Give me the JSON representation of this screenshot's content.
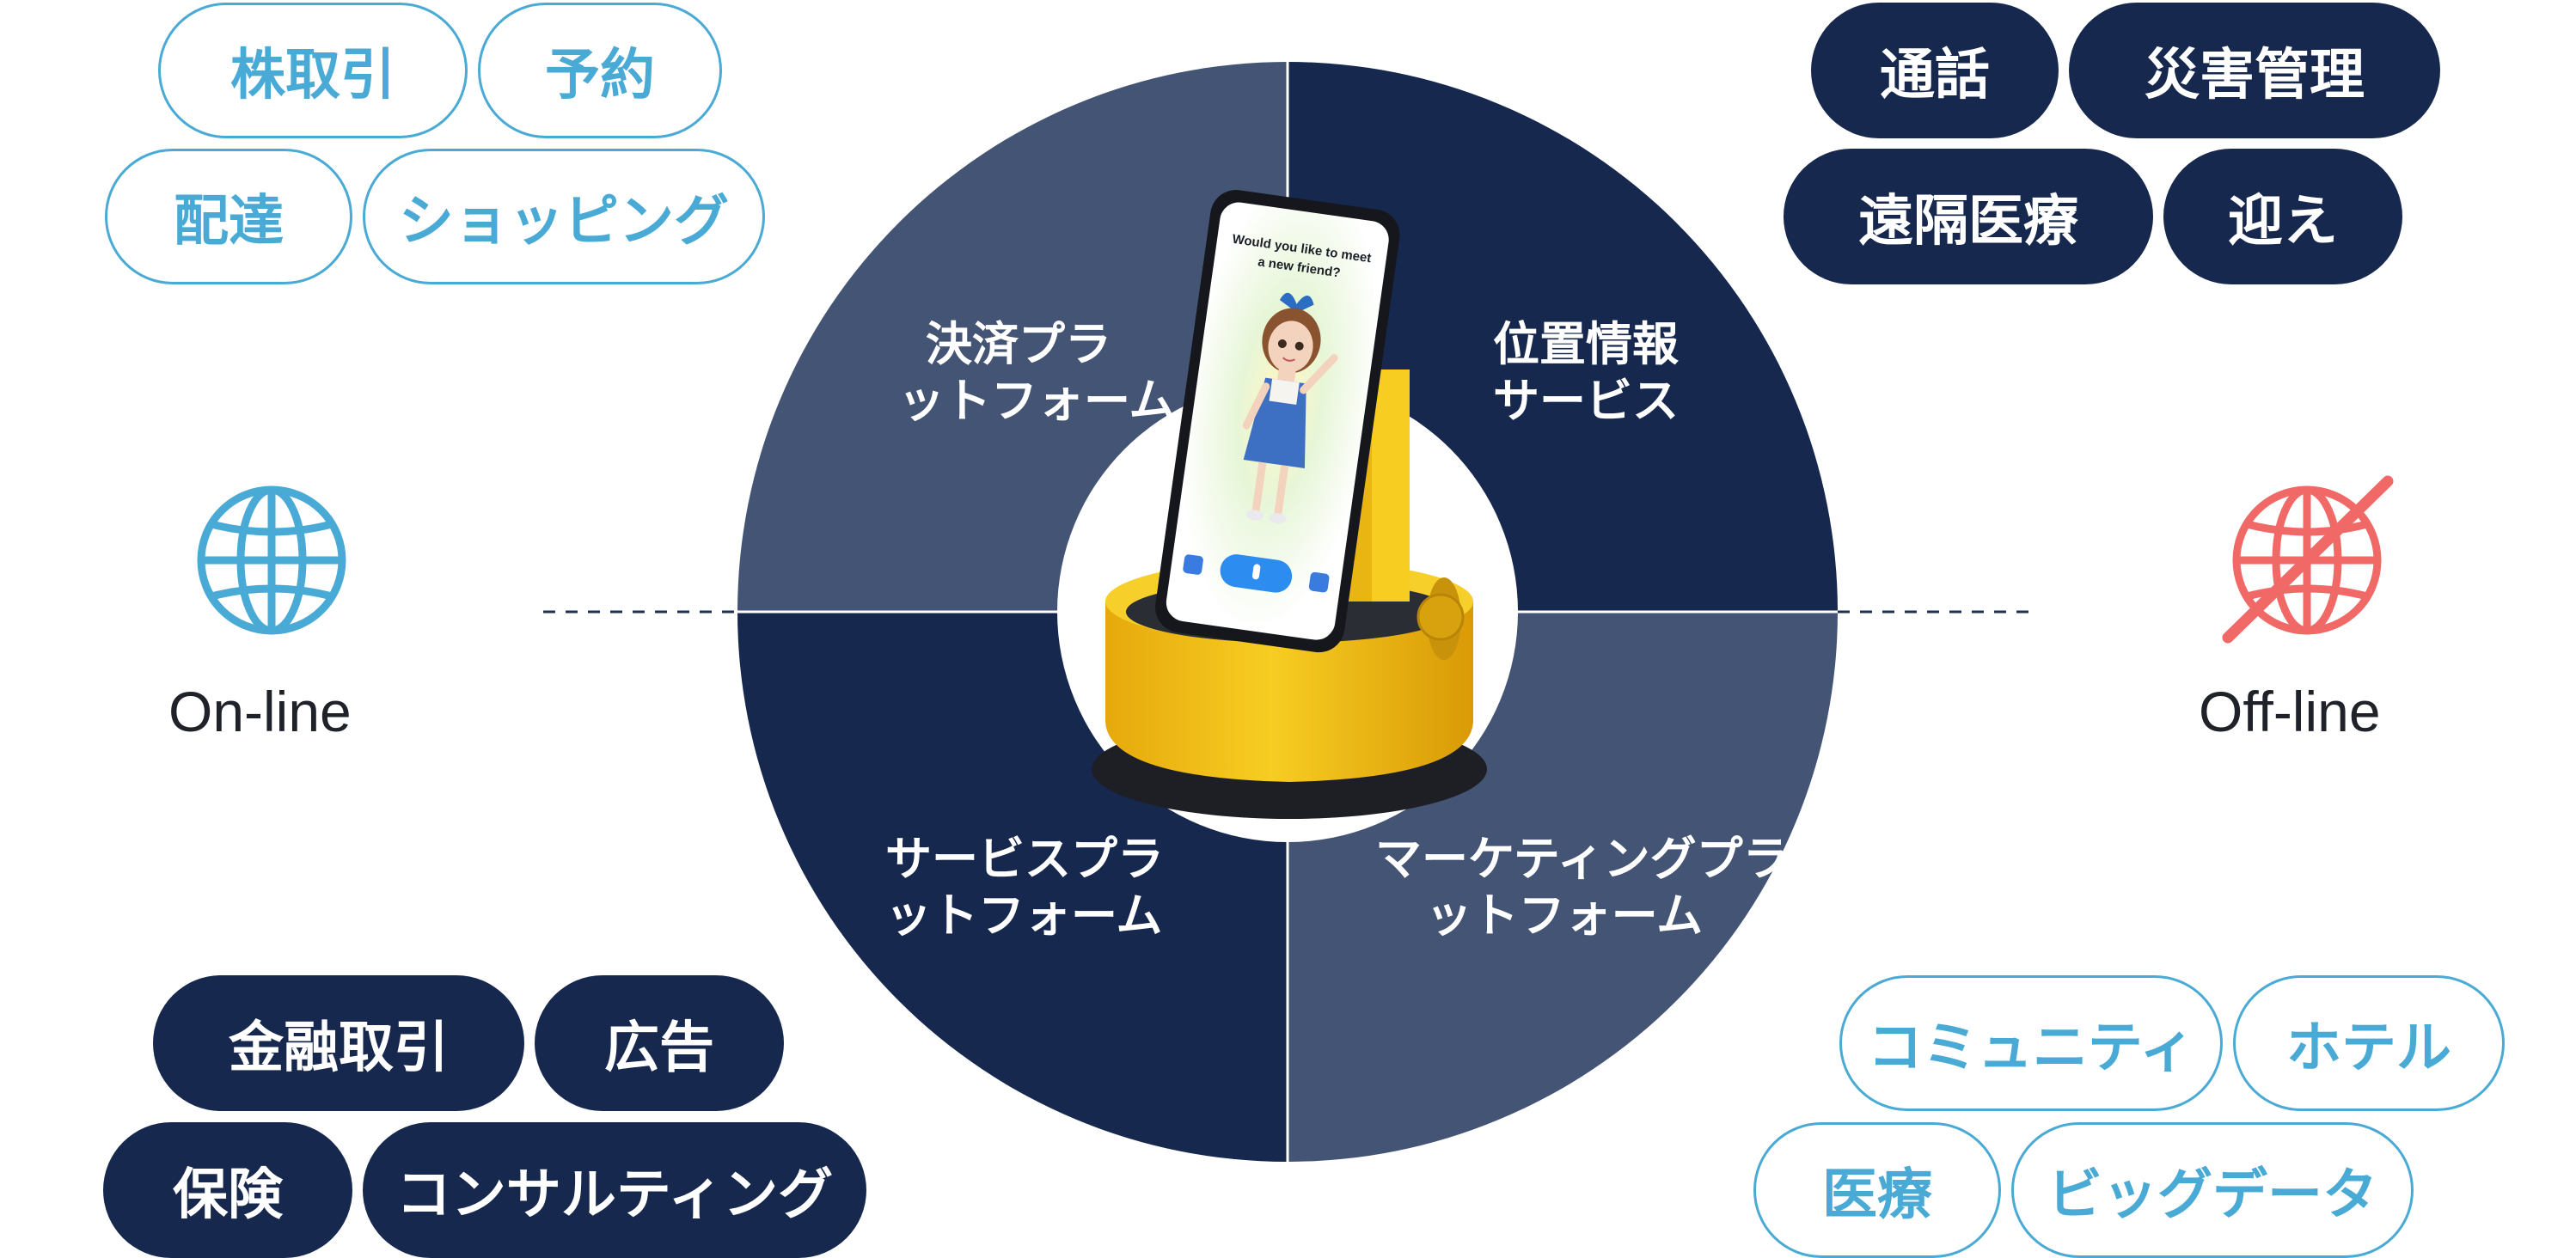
{
  "online": {
    "label": "On-line",
    "icon": "globe-icon",
    "color": "#4aaad6",
    "top_tags": [
      "株取引",
      "予約",
      "配達",
      "ショッピング"
    ],
    "bottom_tags": [
      "金融取引",
      "広告",
      "保険",
      "コンサルティング"
    ]
  },
  "offline": {
    "label": "Off-line",
    "icon": "globe-off-icon",
    "color": "#f06966",
    "top_tags": [
      "通話",
      "災害管理",
      "遠隔医療",
      "迎え"
    ],
    "bottom_tags": [
      "コミュニティ",
      "ホテル",
      "医療",
      "ビッグデータ"
    ]
  },
  "quadrants": {
    "top_left": [
      "決済プラ",
      "ットフォーム"
    ],
    "top_right": [
      "位置情報",
      "サービス"
    ],
    "bottom_left": [
      "サービスプラ",
      "ットフォーム"
    ],
    "bottom_right": [
      "マーケティングプラ",
      "ットフォーム"
    ]
  },
  "device": {
    "screen_text_1": "Would you like to meet",
    "screen_text_2": "a new friend?"
  },
  "colors": {
    "navy": "#17284f",
    "slate": "#435474",
    "robot_yellow": "#f2c21b"
  }
}
